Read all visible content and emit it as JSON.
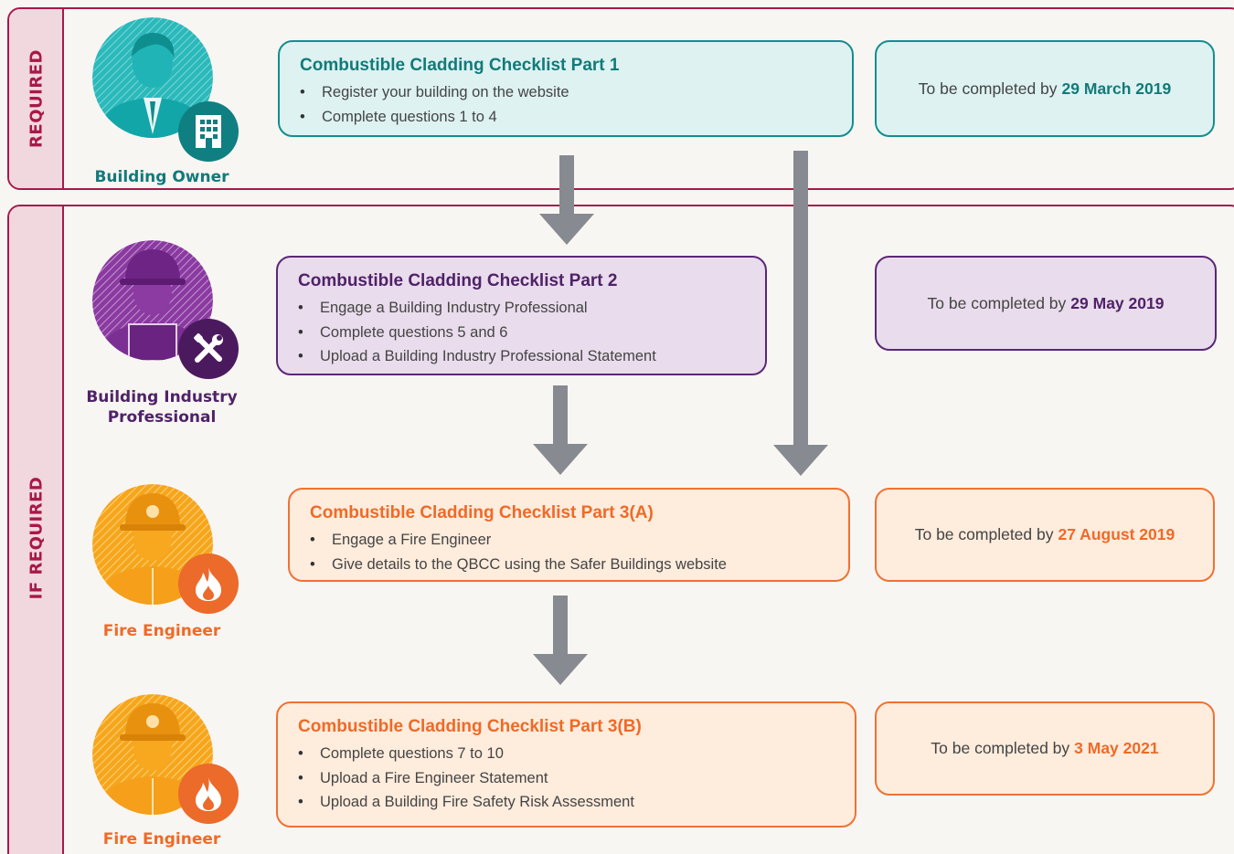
{
  "sections": {
    "required": "REQUIRED",
    "if_required": "IF REQUIRED"
  },
  "roles": {
    "owner": "Building Owner",
    "professional_line1": "Building Industry",
    "professional_line2": "Professional",
    "fire_engineer_a": "Fire Engineer",
    "fire_engineer_b": "Fire Engineer"
  },
  "icons": {
    "owner": "businessman-with-building-icon",
    "professional": "builder-with-tools-icon",
    "fire_engineer": "firefighter-with-flame-icon"
  },
  "steps": [
    {
      "title": "Combustible Cladding Checklist Part 1",
      "items": [
        "Register your building on the website",
        "Complete questions 1 to 4"
      ],
      "deadline_prefix": "To be completed by",
      "deadline_date": "29 March 2019"
    },
    {
      "title": "Combustible Cladding Checklist Part 2",
      "items": [
        "Engage a Building Industry Professional",
        "Complete questions 5 and 6",
        "Upload a Building Industry Professional Statement"
      ],
      "deadline_prefix": "To be completed by",
      "deadline_date": "29 May 2019"
    },
    {
      "title": "Combustible Cladding Checklist Part 3(A)",
      "items": [
        "Engage a Fire Engineer",
        "Give details to the QBCC using the Safer Buildings website"
      ],
      "deadline_prefix": "To be completed by",
      "deadline_date": "27 August 2019"
    },
    {
      "title": "Combustible Cladding Checklist Part 3(B)",
      "items": [
        "Complete questions 7 to 10",
        "Upload a Fire Engineer Statement",
        "Upload a Building Fire Safety Risk Assessment"
      ],
      "deadline_prefix": "To be completed by",
      "deadline_date": "3 May 2021"
    }
  ],
  "colors": {
    "section_border": "#a8184a",
    "teal": "#138e8e",
    "purple": "#5a2875",
    "orange": "#ef7232",
    "arrow": "#878a90"
  }
}
